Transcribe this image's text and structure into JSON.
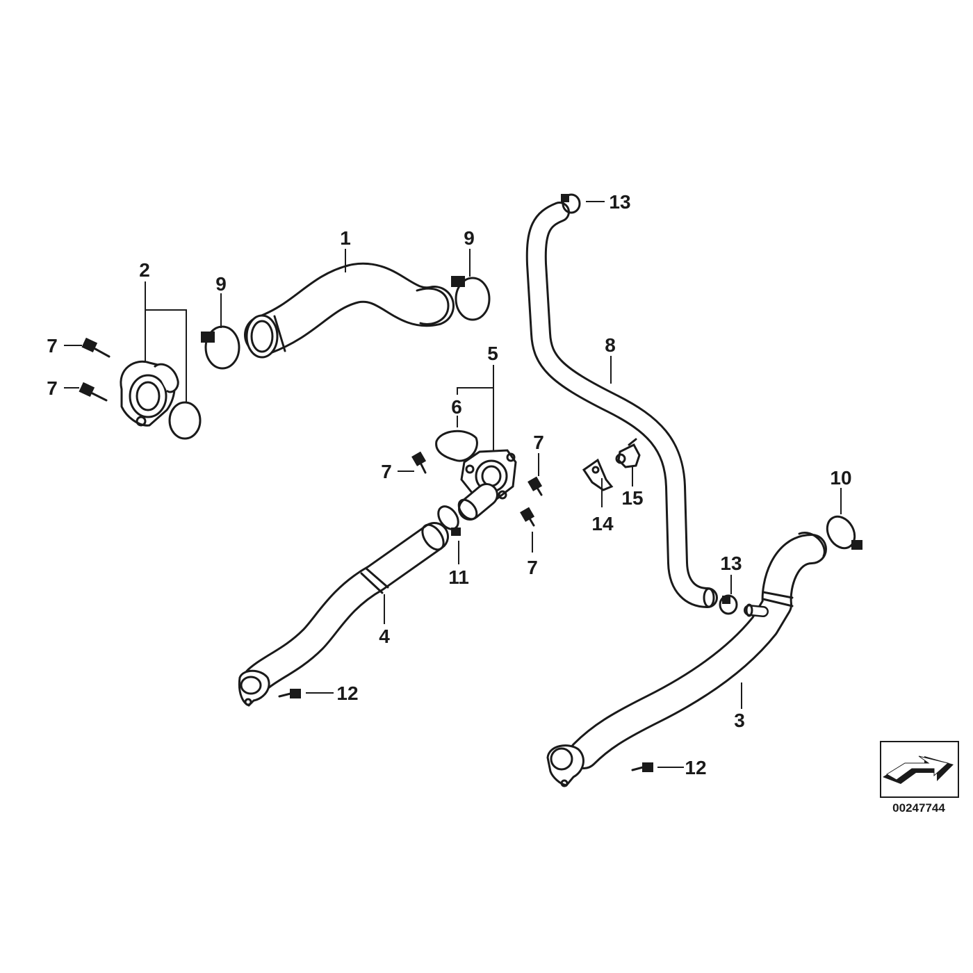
{
  "callouts": {
    "c1": "1",
    "c2": "2",
    "c3": "3",
    "c4": "4",
    "c5": "5",
    "c6": "6",
    "c7": "7",
    "c8": "8",
    "c9": "9",
    "c10": "10",
    "c11": "11",
    "c12": "12",
    "c13": "13",
    "c14": "14",
    "c15": "15"
  },
  "reference_number": "00247744"
}
